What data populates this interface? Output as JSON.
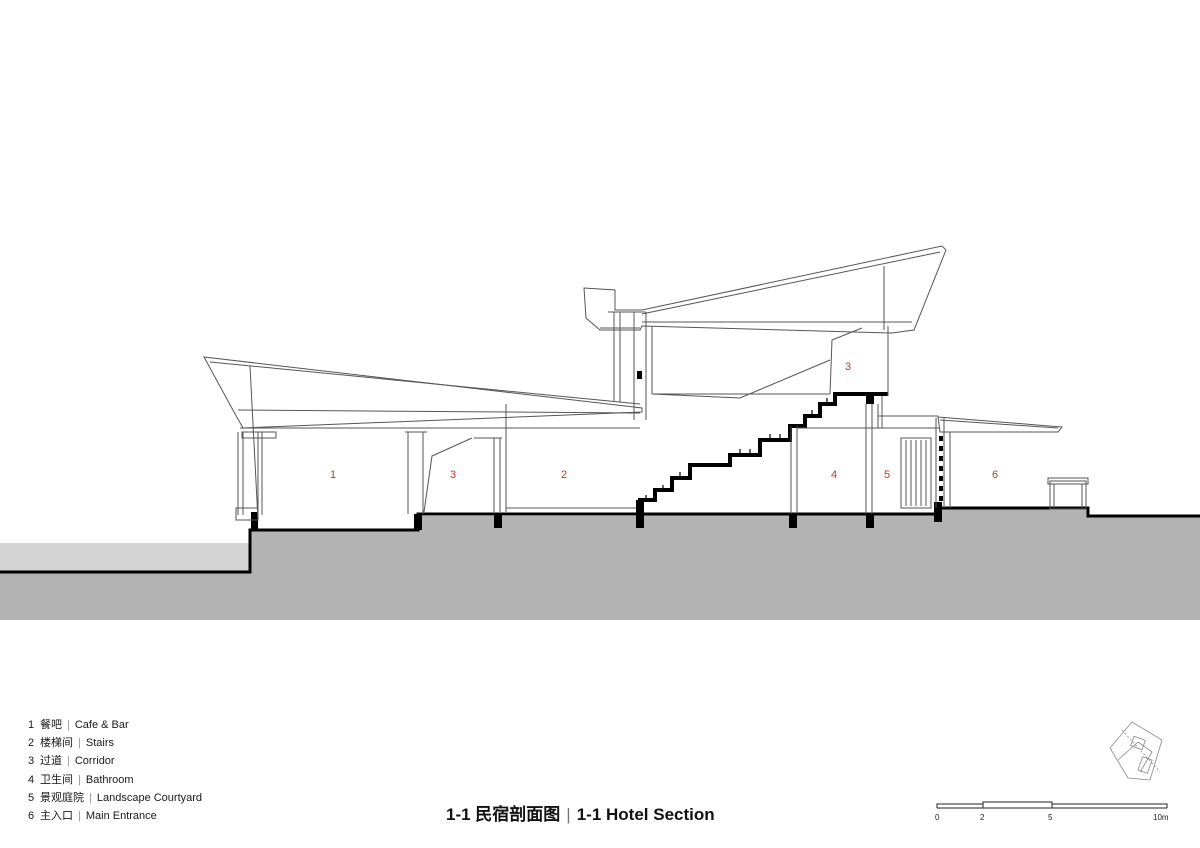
{
  "title": {
    "cn": "1-1 民宿剖面图",
    "separator": "|",
    "en": "1-1 Hotel Section"
  },
  "legend": [
    {
      "num": "1",
      "cn": "餐吧",
      "en": "Cafe & Bar"
    },
    {
      "num": "2",
      "cn": "楼梯间",
      "en": "Stairs"
    },
    {
      "num": "3",
      "cn": "过道",
      "en": "Corridor"
    },
    {
      "num": "4",
      "cn": "卫生间",
      "en": "Bathroom"
    },
    {
      "num": "5",
      "cn": "景观庭院",
      "en": "Landscape Courtyard"
    },
    {
      "num": "6",
      "cn": "主入口",
      "en": "Main Entrance"
    }
  ],
  "legend_separator": "|",
  "room_labels": [
    "1",
    "3",
    "2",
    "3",
    "4",
    "5",
    "6"
  ],
  "scale_bar": {
    "ticks": [
      "0",
      "2",
      "5",
      "10m"
    ],
    "values": [
      0,
      2,
      5,
      10
    ]
  },
  "colors": {
    "ground": "#b3b3b3",
    "ground_light": "#d4d4d4",
    "room_label": "#c0392b",
    "line": "#555555",
    "heavy": "#000000"
  }
}
